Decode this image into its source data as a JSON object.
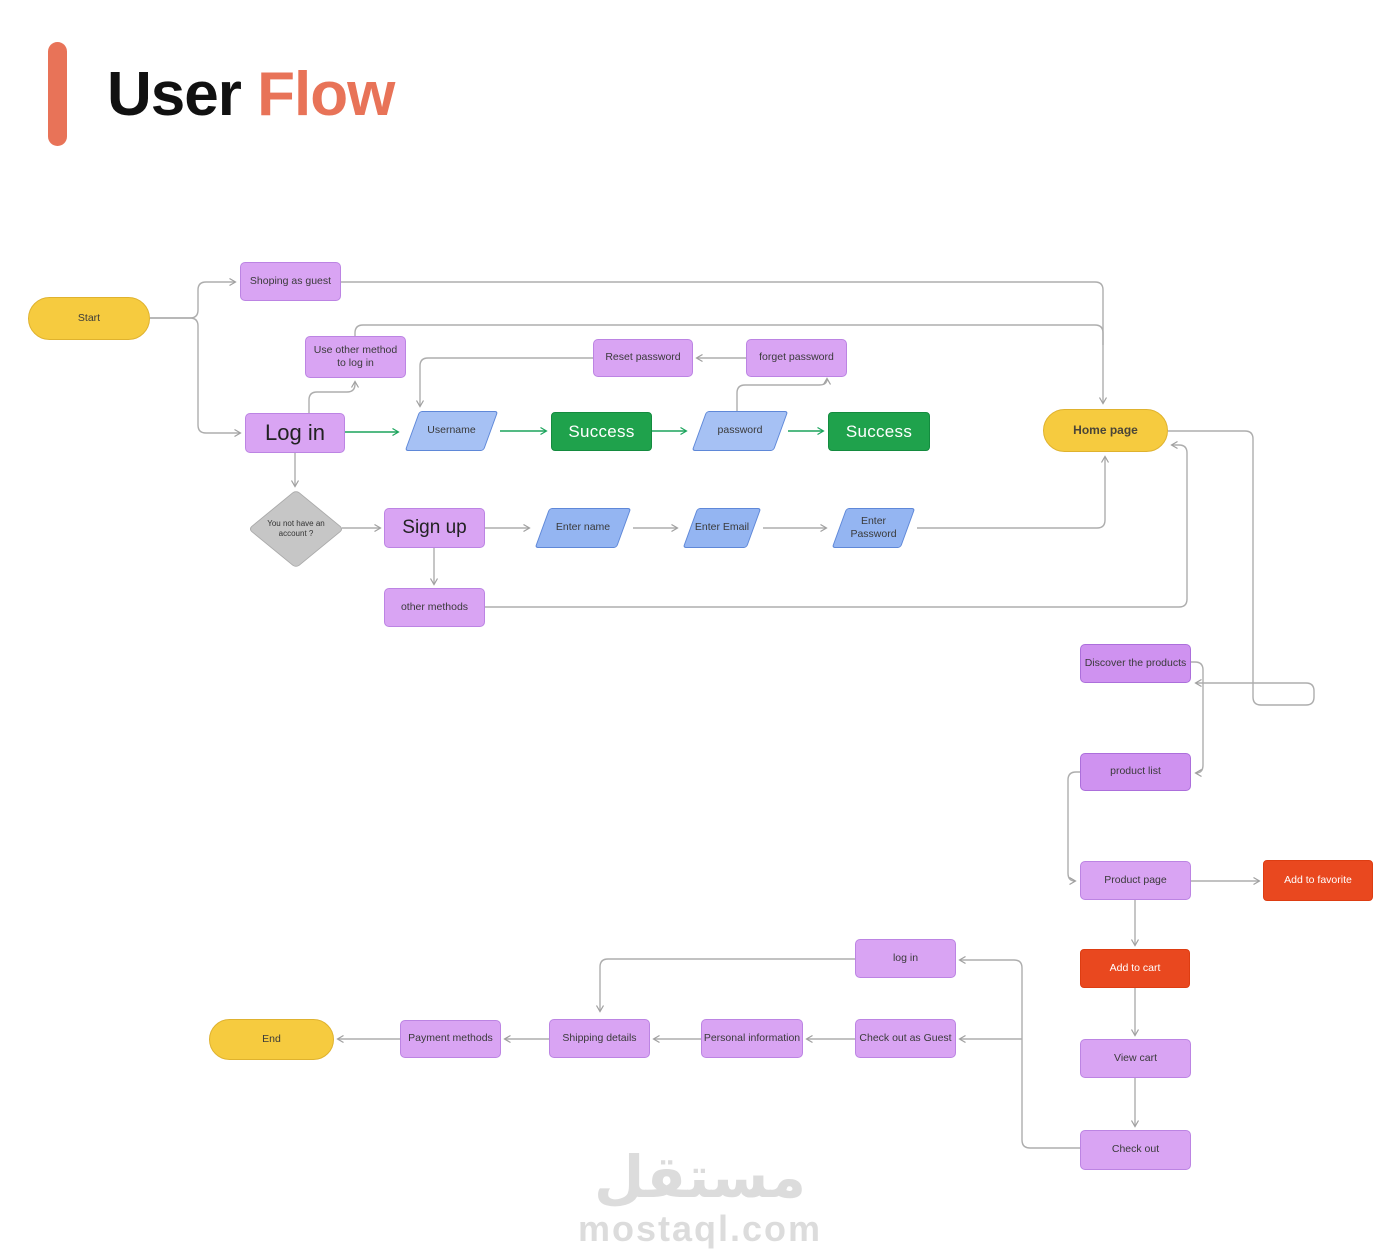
{
  "title": {
    "prefix": "User",
    "accent": "Flow"
  },
  "watermark": {
    "arabic": "مستقل",
    "domain": "mostaql.com"
  },
  "colors": {
    "accent": "#E87358",
    "purple": "#D9A4F3",
    "purpleBorder": "#BC84E3",
    "purpleDeep": "#CF92F0",
    "purpleDeepBorder": "#AC6FDB",
    "blue": "#A6C1F4",
    "blue2": "#94B5F2",
    "blueBorder": "#5F88D8",
    "green": "#1FA24C",
    "greenBorder": "#148B3F",
    "yellow": "#F6CB3F",
    "yellowBorder": "#DFB22E",
    "red": "#E9481F",
    "redBorder": "#DD3D12",
    "gray": "#C6C6C6",
    "edge": "#ADADAD",
    "edgeGreen": "#1BA45C",
    "watermark": "#DCDCDC"
  },
  "nodes": {
    "start": {
      "label": "Start",
      "type": "terminator"
    },
    "shoppingGuest": {
      "label": "Shoping as guest",
      "type": "process"
    },
    "useOther": {
      "label": "Use other method to log in",
      "type": "process"
    },
    "login": {
      "label": "Log in",
      "type": "process"
    },
    "resetPassword": {
      "label": "Reset password",
      "type": "process"
    },
    "forgetPassword": {
      "label": "forget password",
      "type": "process"
    },
    "username": {
      "label": "Username",
      "type": "input"
    },
    "success1": {
      "label": "Success",
      "type": "success"
    },
    "password": {
      "label": "password",
      "type": "input"
    },
    "success2": {
      "label": "Success",
      "type": "success"
    },
    "homePage": {
      "label": "Home page",
      "type": "terminator"
    },
    "decision": {
      "label": "You not have an account ?",
      "type": "decision"
    },
    "signup": {
      "label": "Sign up",
      "type": "process"
    },
    "enterName": {
      "label": "Enter name",
      "type": "input"
    },
    "enterEmail": {
      "label": "Enter Email",
      "type": "input"
    },
    "enterPassword": {
      "label": "Enter Password",
      "type": "input"
    },
    "otherMethods": {
      "label": "other methods",
      "type": "process"
    },
    "discover": {
      "label": "Discover the products",
      "type": "process"
    },
    "productList": {
      "label": "product list",
      "type": "process"
    },
    "productPage": {
      "label": "Product page",
      "type": "process"
    },
    "addFavorite": {
      "label": "Add to favorite",
      "type": "action"
    },
    "addCart": {
      "label": "Add to cart",
      "type": "action"
    },
    "viewCart": {
      "label": "View cart",
      "type": "process"
    },
    "checkout": {
      "label": "Check out",
      "type": "process"
    },
    "login2": {
      "label": "log in",
      "type": "process"
    },
    "checkoutGuest": {
      "label": "Check out as Guest",
      "type": "process"
    },
    "personalInfo": {
      "label": "Personal information",
      "type": "process"
    },
    "shipping": {
      "label": "Shipping details",
      "type": "process"
    },
    "payment": {
      "label": "Payment methods",
      "type": "process"
    },
    "end": {
      "label": "End",
      "type": "terminator"
    }
  }
}
